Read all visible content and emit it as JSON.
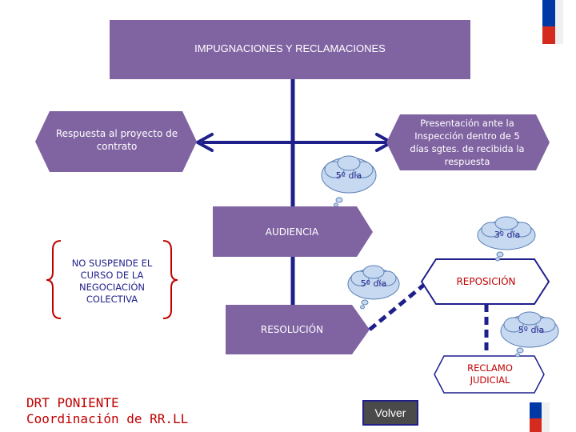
{
  "title": "IMPUGNACIONES Y RECLAMACIONES",
  "left_box": "Respuesta al proyecto de contrato",
  "right_box": "Presentación ante la Inspección dentro de 5 días sgtes. de recibida la respuesta",
  "cloud_1": "5º día",
  "audiencia": "AUDIENCIA",
  "cloud_2": "3º día",
  "no_suspende": "NO SUSPENDE EL CURSO DE LA NEGOCIACIÓN COLECTIVA",
  "cloud_3": "5º día",
  "reposicion": "REPOSICIÓN",
  "resolucion": "RESOLUCIÓN",
  "cloud_4": "5º día",
  "reclamo": "RECLAMO JUDICIAL",
  "footer_line1": "DRT PONIENTE",
  "footer_line2": "Coordinación de RR.LL",
  "volver": "Volver",
  "colors": {
    "purple": "#8064a2",
    "navy": "#1f1f8c",
    "cloud": "#c6d9f1",
    "red": "#c00000",
    "flag_blue": "#0039a6",
    "flag_red": "#d52b1e"
  }
}
